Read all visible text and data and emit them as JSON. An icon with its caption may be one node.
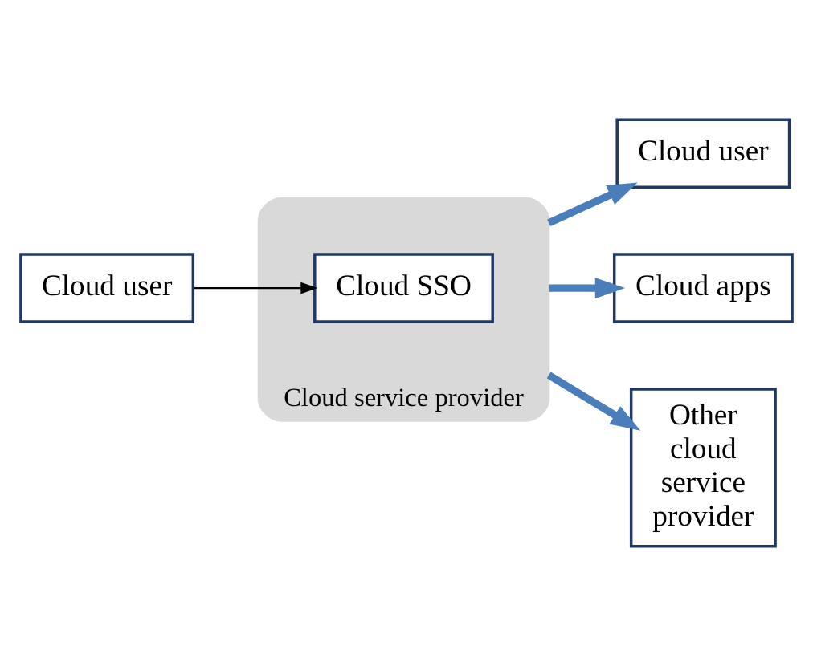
{
  "diagram": {
    "nodes": [
      {
        "text": [
          "Cloud service provider"
        ]
      },
      {
        "text": [
          "Cloud user"
        ]
      },
      {
        "text": [
          "Cloud SSO"
        ],
        "in": 0
      },
      {
        "text": [
          "Cloud user"
        ]
      },
      {
        "text": [
          "Cloud apps"
        ]
      },
      {
        "text": [
          "Other cloud service provider"
        ]
      }
    ],
    "edges": [
      {
        "from": 1,
        "to": 2,
        "arrow": "to",
        "color": "#000000"
      },
      {
        "from": 0,
        "to": 3,
        "arrow": "to"
      },
      {
        "from": 0,
        "to": 4,
        "arrow": "to"
      },
      {
        "from": 0,
        "to": 5,
        "arrow": "to"
      }
    ]
  }
}
